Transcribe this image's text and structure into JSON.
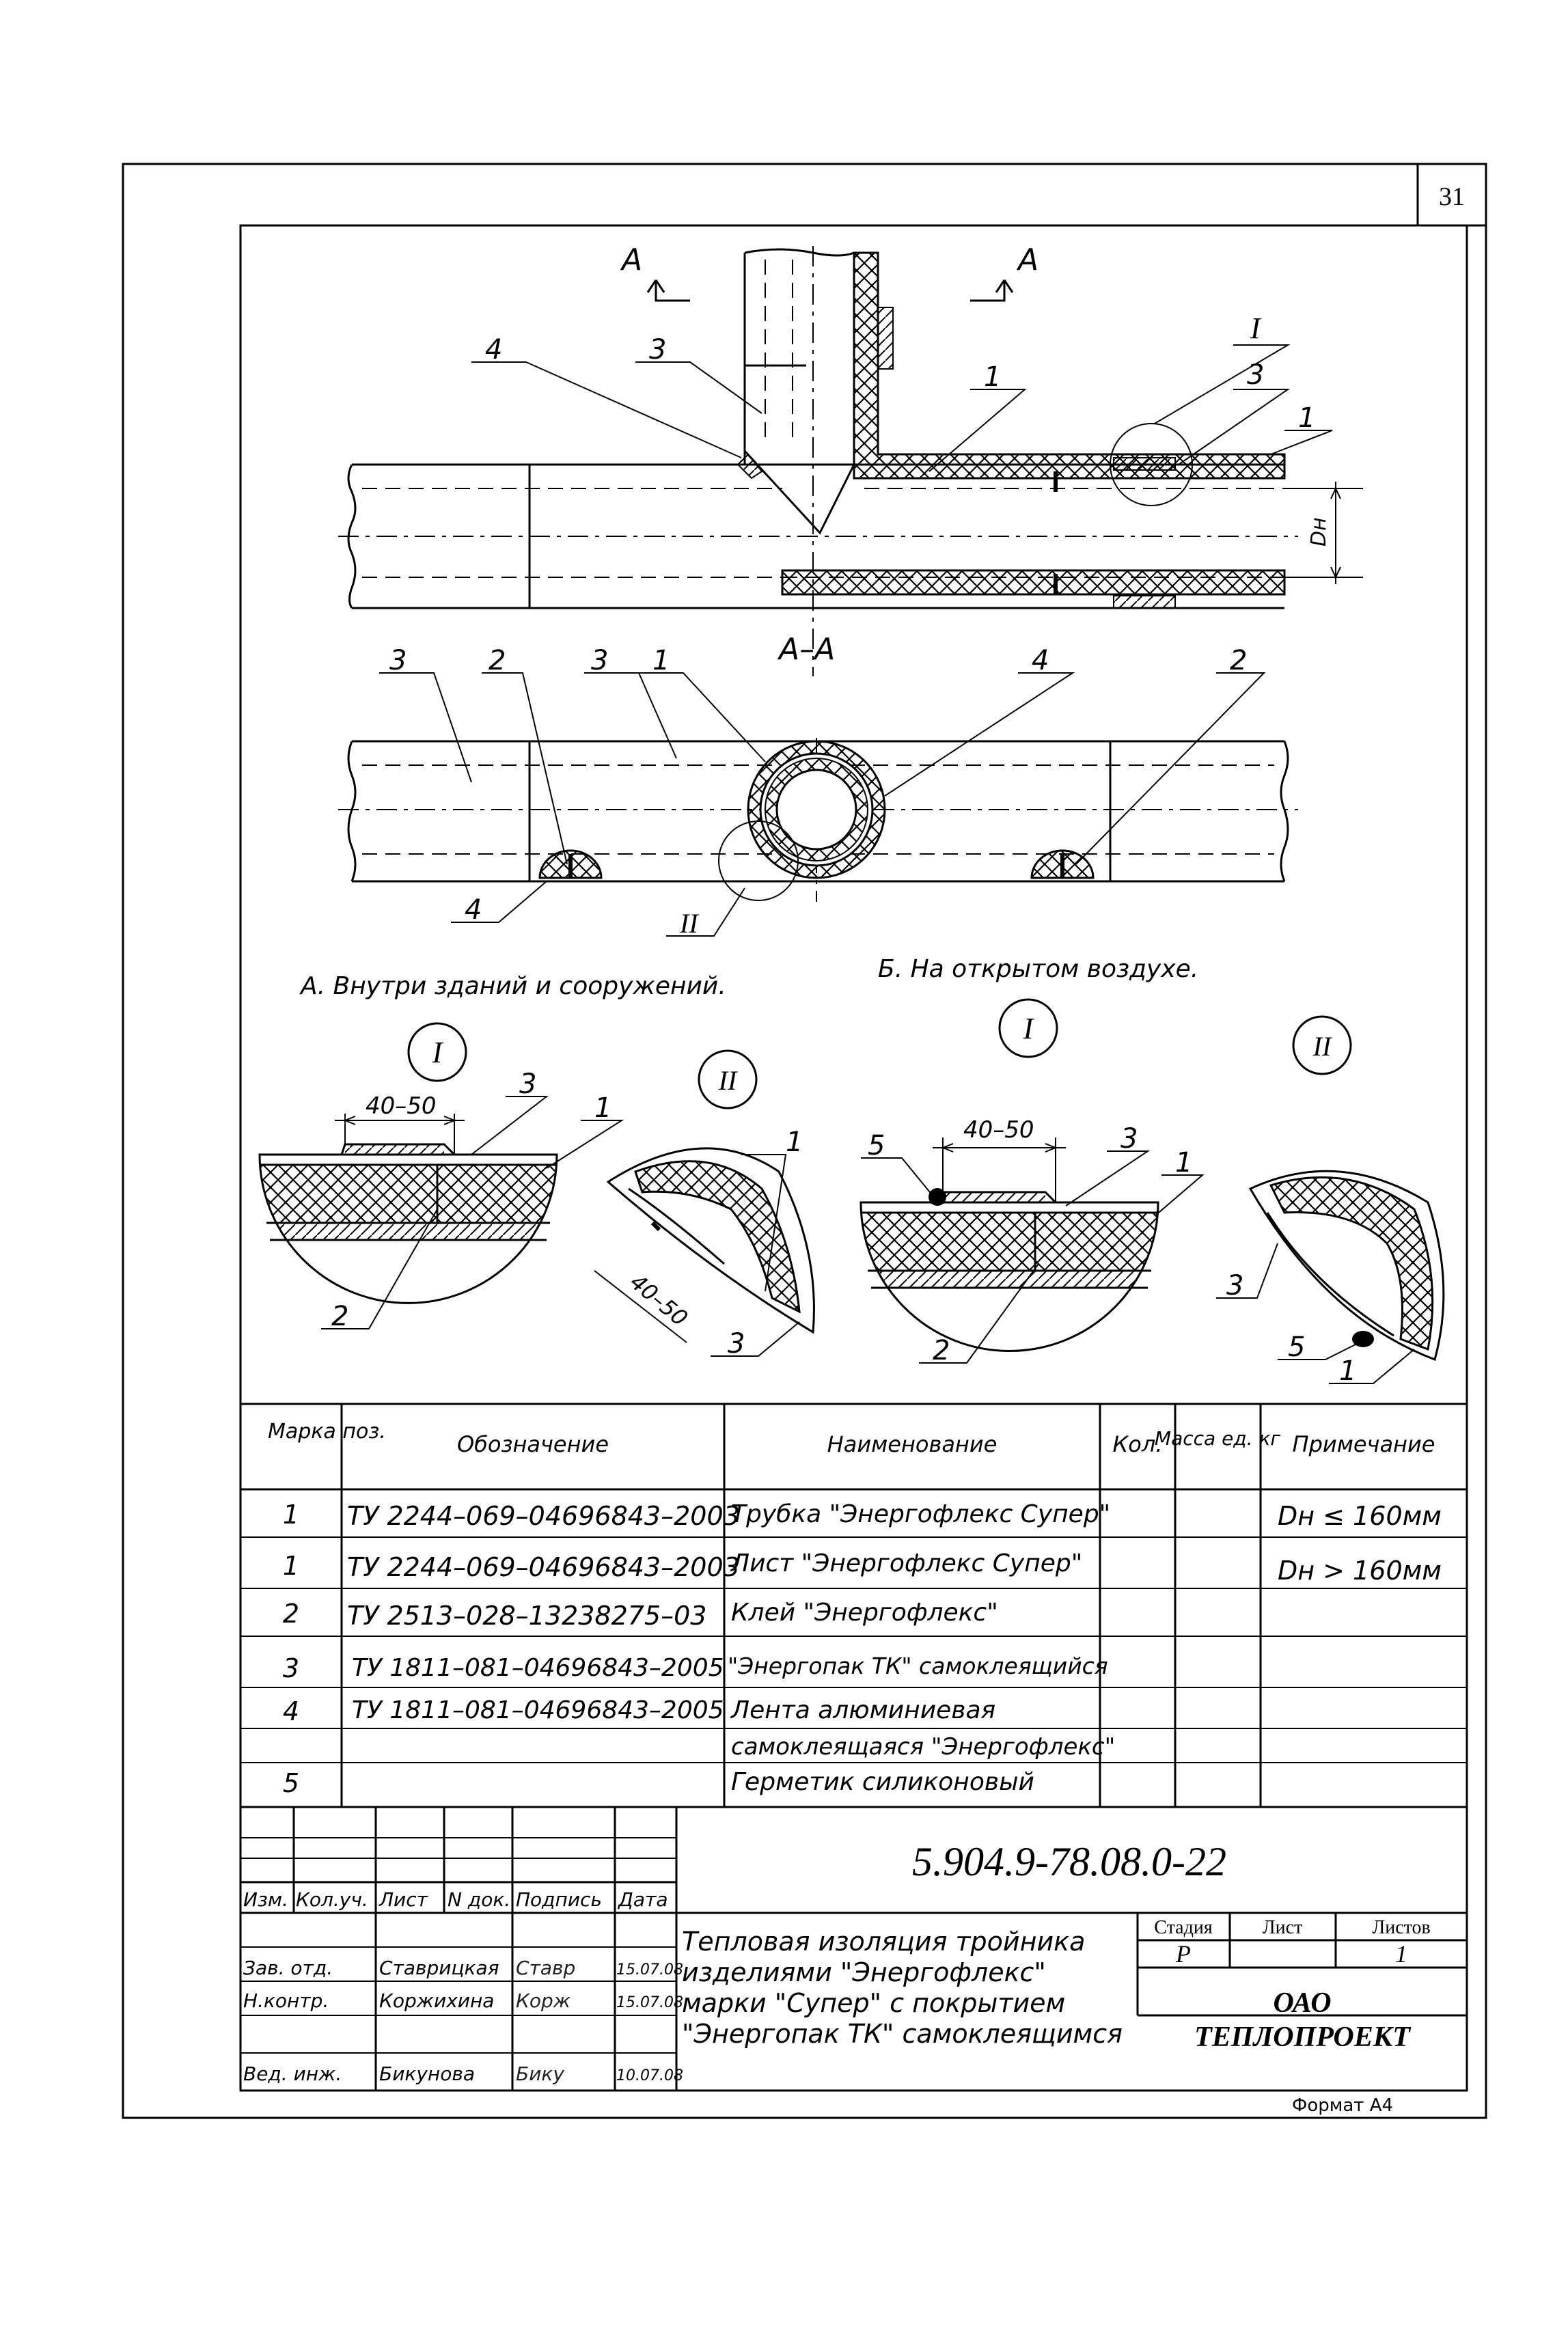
{
  "page_number": "31",
  "section_labels": {
    "left": "А",
    "right": "А",
    "section": "А–А"
  },
  "top_callouts": {
    "c4": "4",
    "c3": "3",
    "c1": "1",
    "detailI": "I",
    "c3b": "3",
    "c1b": "1"
  },
  "dn_label": "Dн",
  "mid_callouts": {
    "c3a": "3",
    "c2a": "2",
    "c3b": "3",
    "c1": "1",
    "c4a": "4",
    "c2b": "2",
    "c4b": "4",
    "detailII": "II"
  },
  "captions": {
    "left": "А. Внутри зданий и сооружений.",
    "right": "Б. На открытом воздухе."
  },
  "details": {
    "A_I": {
      "mark": "I",
      "dim": "40–50",
      "c3": "3",
      "c1": "1",
      "c2": "2"
    },
    "A_II": {
      "mark": "II",
      "dim": "40–50",
      "c1": "1",
      "c3": "3"
    },
    "B_I": {
      "mark": "I",
      "dim": "40–50",
      "c5": "5",
      "c3": "3",
      "c1": "1",
      "c2": "2"
    },
    "B_II": {
      "mark": "II",
      "c3": "3",
      "c5": "5",
      "c1": "1"
    }
  },
  "spec_table": {
    "headers": {
      "mark": "Марка поз.",
      "designation": "Обозначение",
      "name": "Наименование",
      "qty": "Кол.",
      "mass": "Масса ед. кг",
      "note": "Примечание"
    },
    "rows": [
      {
        "mark": "1",
        "designation": "ТУ 2244–069–04696843–2003",
        "name": "Трубка \"Энергофлекс Супер\"",
        "note": "Dн ≤ 160мм"
      },
      {
        "mark": "1",
        "designation": "ТУ 2244–069–04696843–2003",
        "name": "Лист \"Энергофлекс Супер\"",
        "note": "Dн > 160мм"
      },
      {
        "mark": "2",
        "designation": "ТУ 2513–028–13238275–03",
        "name": "Клей \"Энергофлекс\"",
        "note": ""
      },
      {
        "mark": "3",
        "designation": "ТУ 1811–081–04696843–2005",
        "name": "\"Энергопак ТК\" самоклеящийся",
        "note": ""
      },
      {
        "mark": "4",
        "designation": "ТУ 1811–081–04696843–2005",
        "name": "Лента алюминиевая",
        "note": ""
      },
      {
        "mark": "",
        "designation": "",
        "name": "самоклеящаяся \"Энергофлекс\"",
        "note": ""
      },
      {
        "mark": "5",
        "designation": "",
        "name": "Герметик силиконовый",
        "note": ""
      }
    ]
  },
  "title_block": {
    "doc_number": "5.904.9-78.08.0-22",
    "col_headers": {
      "izm": "Изм.",
      "kol": "Кол.уч.",
      "list": "Лист",
      "ndok": "N док.",
      "podp": "Подпись",
      "data": "Дата"
    },
    "signers": [
      {
        "role": "Зав. отд.",
        "name": "Ставрицкая",
        "sign": "Ставр",
        "date": "15.07.08"
      },
      {
        "role": "Н.контр.",
        "name": "Коржихина",
        "sign": "Корж",
        "date": "15.07.08"
      },
      {
        "role": "Вед. инж.",
        "name": "Бикунова",
        "sign": "Бику",
        "date": "10.07.08"
      }
    ],
    "title": [
      "Тепловая изоляция тройника",
      "изделиями \"Энергофлекс\"",
      "марки \"Супер\" с покрытием",
      "\"Энергопак ТК\" самоклеящимся"
    ],
    "stage_header": "Стадия",
    "sheet_header": "Лист",
    "sheets_header": "Листов",
    "stage": "Р",
    "sheet": "",
    "sheets": "1",
    "org": [
      "ОАО",
      "ТЕПЛОПРОЕКТ"
    ]
  },
  "format": "Формат А4"
}
